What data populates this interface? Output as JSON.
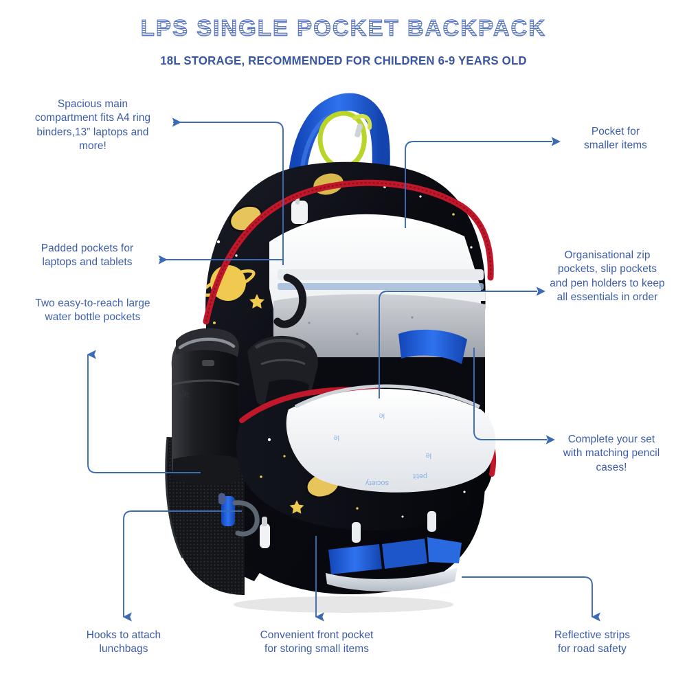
{
  "header": {
    "title": "LPS SINGLE POCKET BACKPACK",
    "subtitle": "18L STORAGE, RECOMMENDED FOR CHILDREN 6-9 YEARS OLD",
    "title_color": "#5877c4",
    "subtitle_color": "#39569e"
  },
  "callouts": {
    "main_compartment": "Spacious main compartment fits A4 ring binders,13” laptops and more!",
    "padded_pockets": "Padded pockets for laptops and tablets",
    "water_bottle": "Two easy-to-reach large water bottle pockets",
    "hooks": "Hooks to attach lunchbags",
    "front_pocket": "Convenient front pocket for storing small items",
    "reflective": "Reflective strips for road safety",
    "pencil_cases": "Complete your set with matching pencil cases!",
    "organisational": "Organisational zip pockets, slip pockets and pen holders to keep all essentials in order",
    "smaller_items": "Pocket for smaller items"
  },
  "callout_lines": {
    "main_compartment": [
      "Spacious main",
      "compartment fits A4 ring",
      "binders,13” laptops and",
      "more!"
    ],
    "padded_pockets": [
      "Padded pockets for",
      "laptops and tablets"
    ],
    "water_bottle": [
      "Two easy-to-reach large",
      "water bottle pockets"
    ],
    "hooks": [
      "Hooks to attach",
      "lunchbags"
    ],
    "front_pocket": [
      "Convenient front pocket",
      "for storing small items"
    ],
    "reflective": [
      "Reflective strips",
      "for road safety"
    ],
    "pencil_cases": [
      "Complete your set",
      "with matching pencil",
      "cases!"
    ],
    "organisational": [
      "Organisational zip",
      "pockets, slip pockets",
      "and pen holders to keep",
      "all essentials in order"
    ],
    "smaller_items": [
      "Pocket for",
      "smaller items"
    ]
  },
  "product": {
    "name": "LPS Single Pocket Backpack",
    "print_theme": "space print with planets and stars",
    "colors": {
      "fabric": "#0c0d14",
      "zipper": "#c0172a",
      "handle_blue": "#1f5fd8",
      "carabiner_green": "#b9d52a",
      "planet_gold": "#e8c55a",
      "lining_white": "#f4f6f8",
      "lining_grey": "#b9bcc2",
      "reflective_silver": "#d5dbe0",
      "hook_blue": "#1f63dd",
      "leader_line": "#3b6bb5"
    },
    "parts": [
      "top carry handle",
      "lime carabiner clip",
      "red main zipper",
      "white zip pullers",
      "padded laptop sleeve",
      "grey felt divider",
      "black water bottle",
      "mesh side pocket",
      "blue lunchbag hook",
      "white pencil case",
      "blue front panels",
      "silver reflective strip"
    ]
  }
}
